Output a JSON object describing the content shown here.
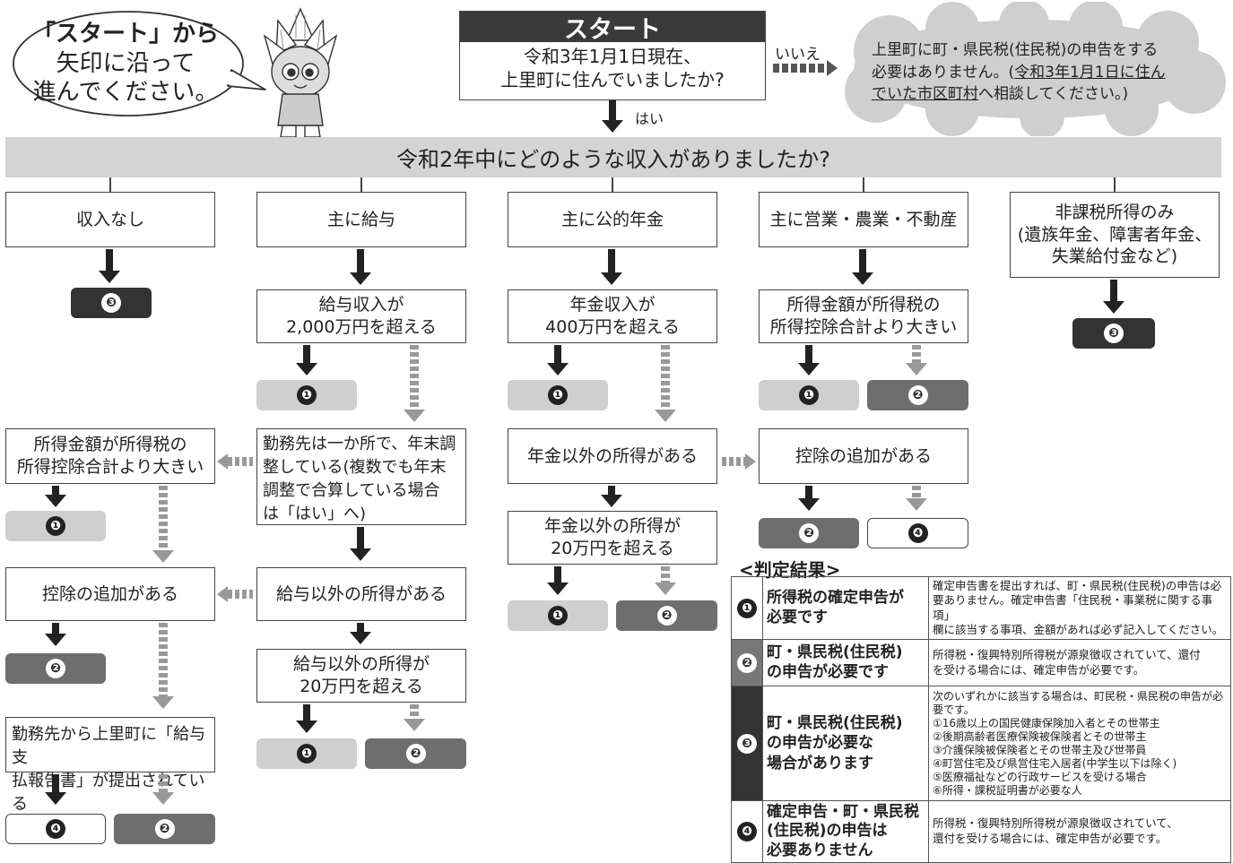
{
  "speech_bubble": [
    "「スタート」から",
    "矢印に沿って",
    "進んでください。"
  ],
  "start": {
    "title": "スタート",
    "question": [
      "令和3年1月1日現在、",
      "上里町に住んでいましたか?"
    ],
    "no_label": "いいえ",
    "yes_label": "はい"
  },
  "cloud": {
    "line1": "上里町に町・県民税(住民税)の申告をする",
    "line2a": "必要はありません。(",
    "line2b": "令和3年1月1日に住ん",
    "line3a": "でいた市区町村",
    "line3b": "へ相談してください。)"
  },
  "banner": "令和2年中にどのような収入がありましたか?",
  "categories": {
    "none": "収入なし",
    "salary": "主に給与",
    "pension": "主に公的年金",
    "business": "主に営業・農業・不動産",
    "nontax": [
      "非課税所得のみ",
      "(遺族年金、障害者年金、",
      "失業給付金など)"
    ]
  },
  "salary": {
    "over2000": [
      "給与収入が",
      "2,000万円を超える"
    ],
    "single_employer": [
      "勤務先は一か所で、年末調",
      "整している(複数でも年末",
      "調整で合算している場合",
      "は「はい」へ)"
    ],
    "other_income": "給与以外の所得がある",
    "other_income_over20": [
      "給与以外の所得が",
      "20万円を超える"
    ],
    "income_gt_deduction": [
      "所得金額が所得税の",
      "所得控除合計より大きい"
    ],
    "deduction_added": "控除の追加がある",
    "report_submitted": [
      "勤務先から上里町に「給与支",
      "払報告書」が提出されている"
    ]
  },
  "pension": {
    "over400": [
      "年金収入が",
      "400万円を超える"
    ],
    "other_income": "年金以外の所得がある",
    "other_income_over20": [
      "年金以外の所得が",
      "20万円を超える"
    ]
  },
  "business": {
    "income_gt_deduction": [
      "所得金額が所得税の",
      "所得控除合計より大きい"
    ],
    "deduction_added": "控除の追加がある"
  },
  "results": {
    "n1": "❶",
    "n2": "❷",
    "n3": "❸",
    "n4": "❹"
  },
  "legend": {
    "title": "<判定結果>",
    "rows": [
      {
        "num": "❶",
        "label": [
          "所得税の確定申告が",
          "必要です"
        ],
        "desc": [
          "確定申告書を提出すれば、町・県民税(住民税)の申告は必",
          "要ありません。確定申告書「住民税・事業税に関する事項」",
          "欄に該当する事項、金額があれば必ず記入してください。"
        ]
      },
      {
        "num": "❷",
        "label": [
          "町・県民税(住民税)",
          "の申告が必要です"
        ],
        "desc": [
          "所得税・復興特別所得税が源泉徴収されていて、還付",
          "を受ける場合には、確定申告が必要です。"
        ]
      },
      {
        "num": "❸",
        "label": [
          "町・県民税(住民税)",
          "の申告が必要な",
          "場合があります"
        ],
        "desc": [
          "次のいずれかに該当する場合は、町民税・県民税の申告が必要です。",
          "①16歳以上の国民健康保険加入者とその世帯主",
          "②後期高齢者医療保険被保険者とその世帯主",
          "③介護保険被保険者とその世帯主及び世帯員",
          "④町営住宅及び県営住宅入居者(中学生以下は除く)",
          "⑤医療福祉などの行政サービスを受ける場合",
          "⑥所得・課税証明書が必要な人"
        ]
      },
      {
        "num": "❹",
        "label": [
          "確定申告・町・県民税",
          "(住民税)の申告は",
          "必要ありません"
        ],
        "desc": [
          "所得税・復興特別所得税が源泉徴収されていて、",
          "還付を受ける場合には、確定申告が必要です。"
        ]
      }
    ]
  }
}
